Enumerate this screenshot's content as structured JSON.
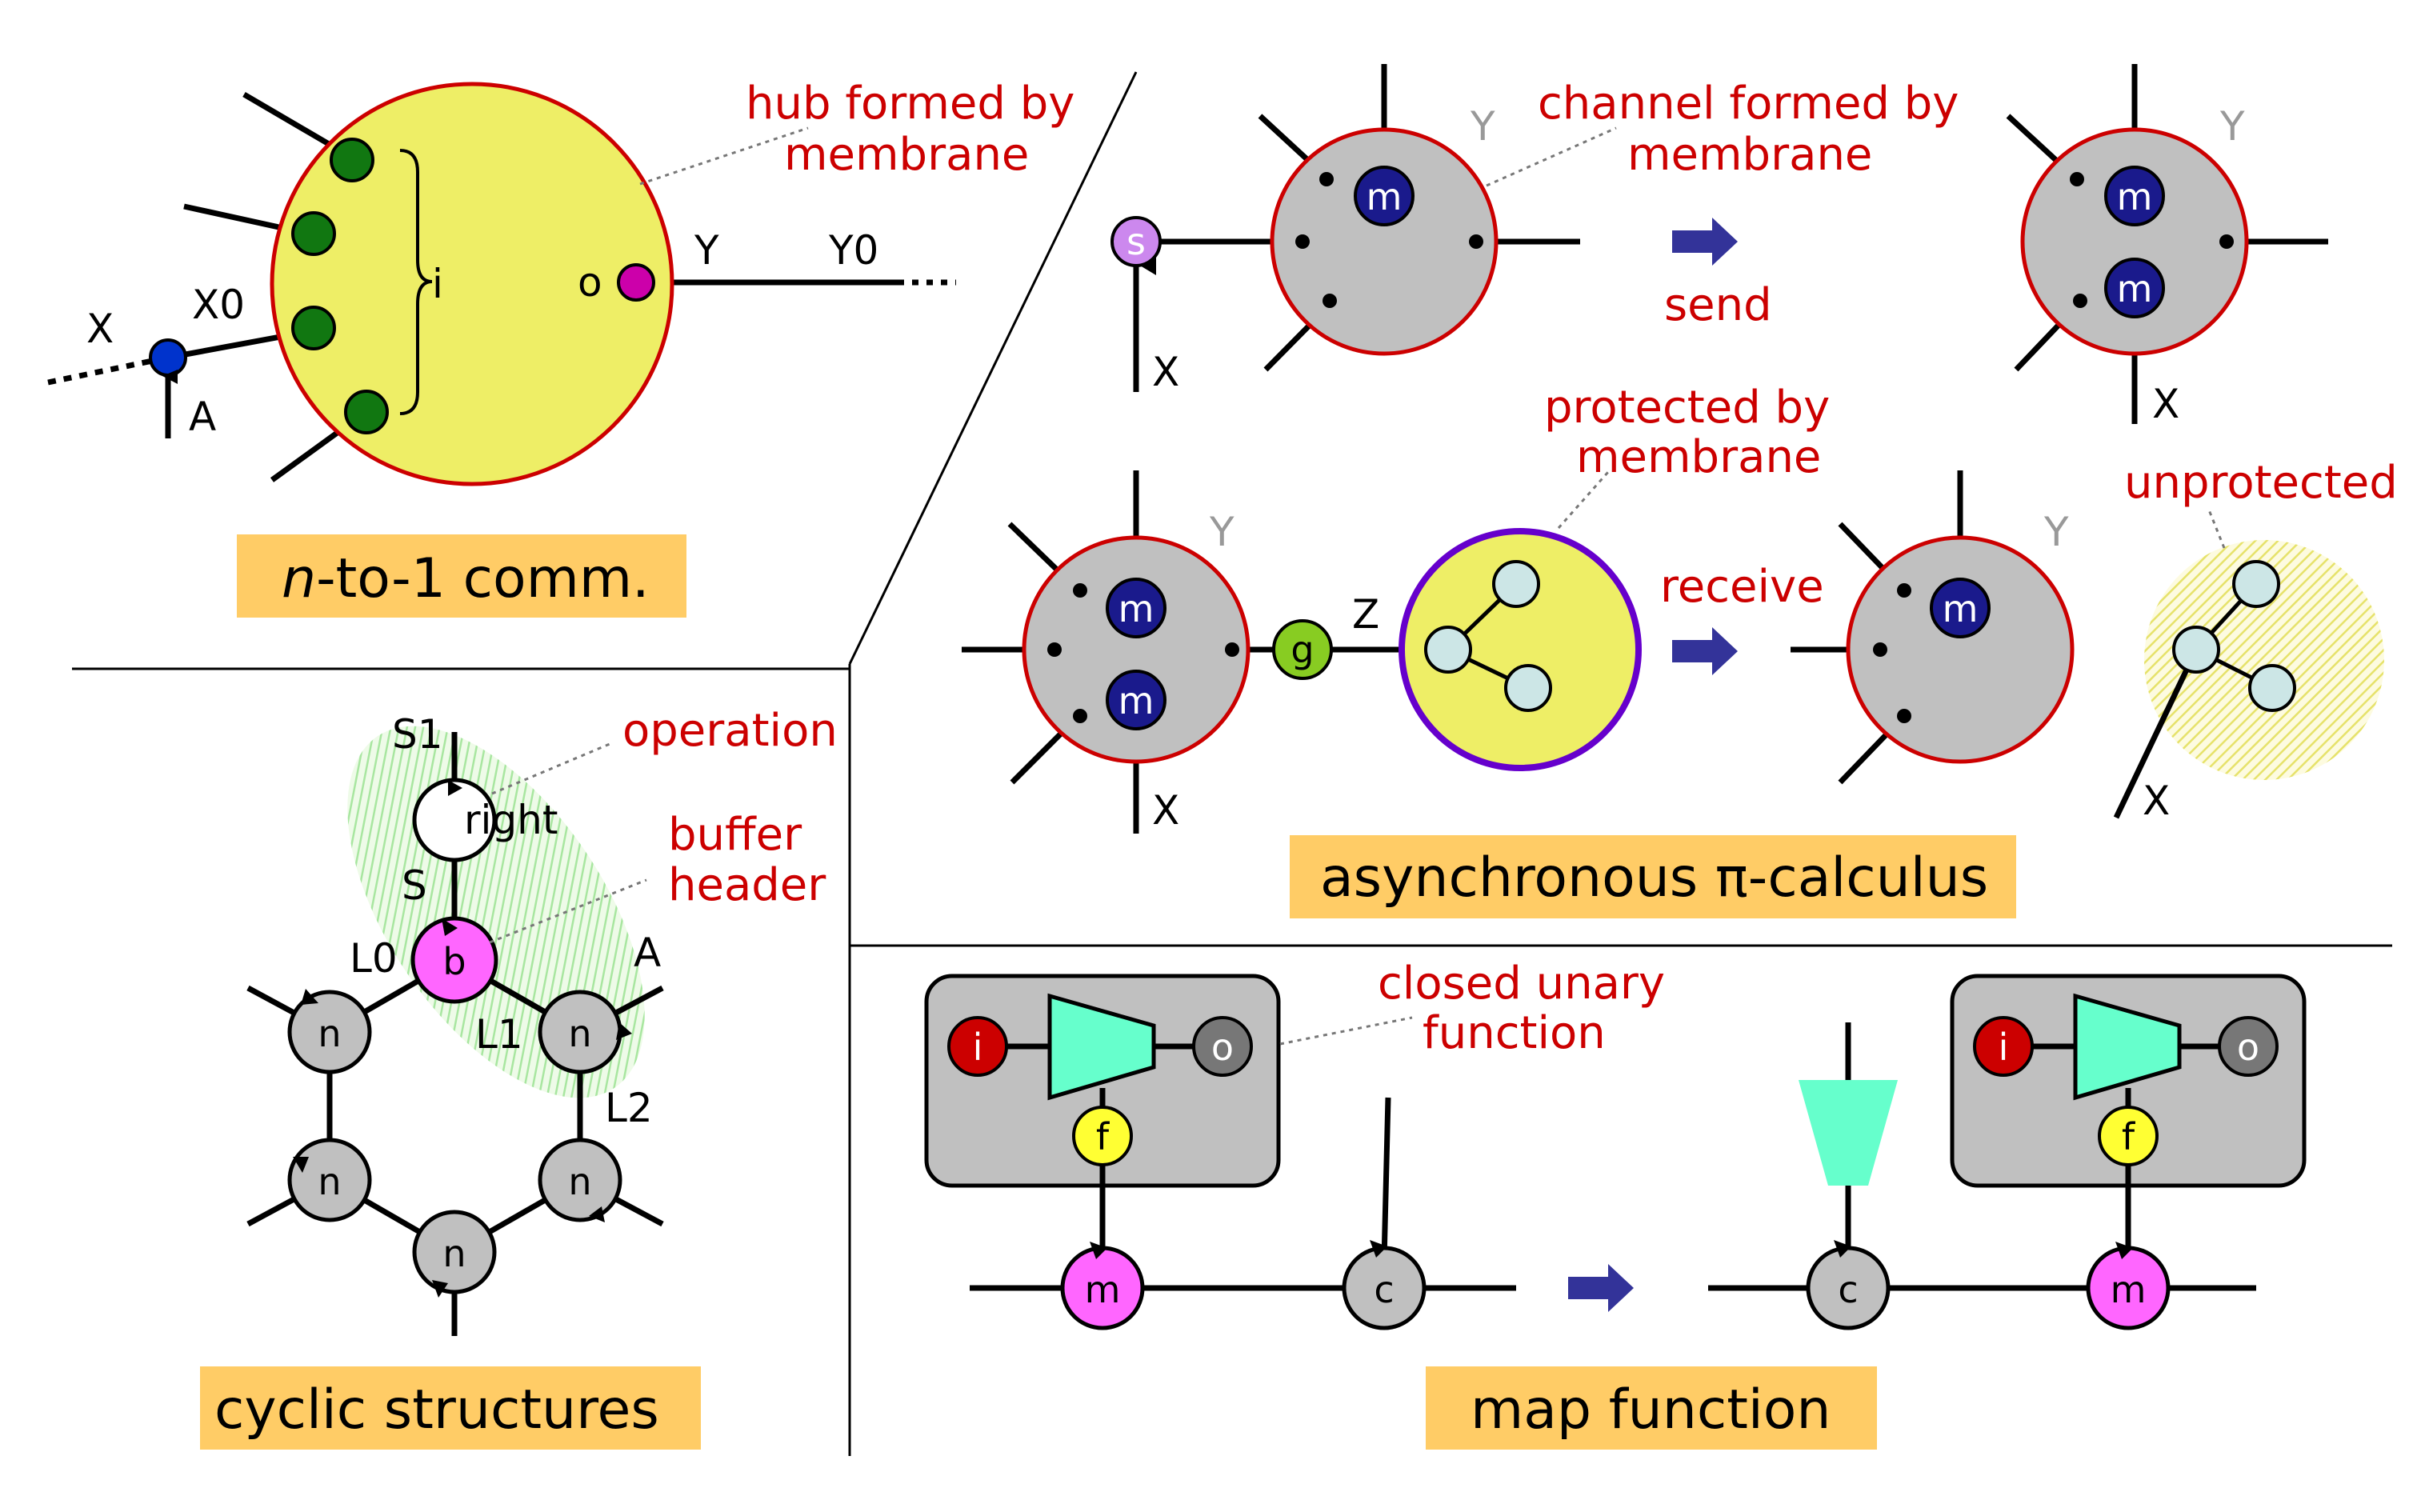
{
  "colors": {
    "membrane_red": "#cc0000",
    "yellow_fill": "#eeee66",
    "gray_fill": "#c0c0c0",
    "navy": "#1a1a8c",
    "magenta": "#ff66ff",
    "caption_bg": "#ffcc66",
    "arrow": "#333399",
    "cyan_node": "#cce6e6",
    "teal": "#66ffcc",
    "purple_membrane": "#6600cc"
  },
  "panel1": {
    "annotation": [
      "hub formed by",
      "membrane"
    ],
    "labels": {
      "i": "i",
      "o": "o",
      "x": "X",
      "x0": "X0",
      "a": "A",
      "y": "Y",
      "y0": "Y0"
    },
    "caption_prefix": "n",
    "caption_rest": "-to-1 comm."
  },
  "panel2": {
    "annotation_channel": [
      "channel formed by",
      "membrane"
    ],
    "annotation_protected": [
      "protected by",
      "membrane"
    ],
    "annotation_unprotected": "unprotected",
    "send": "send",
    "receive": "receive",
    "s": "s",
    "m": "m",
    "g": "g",
    "x": "X",
    "y": "Y",
    "z": "Z",
    "caption_prefix": "asynchronous ",
    "caption_pi": "π",
    "caption_rest": "-calculus"
  },
  "panel3": {
    "annotation_operation": "operation",
    "annotation_buffer": [
      "buffer",
      "header"
    ],
    "s1": "S1",
    "s": "S",
    "right": "right",
    "b": "b",
    "n": "n",
    "l0": "L0",
    "l1": "L1",
    "l2": "L2",
    "a": "A",
    "caption": "cyclic structures"
  },
  "panel4": {
    "annotation": [
      "closed unary",
      "function"
    ],
    "i": "i",
    "o": "o",
    "f": "f",
    "m": "m",
    "c": "c",
    "caption": "map function"
  }
}
